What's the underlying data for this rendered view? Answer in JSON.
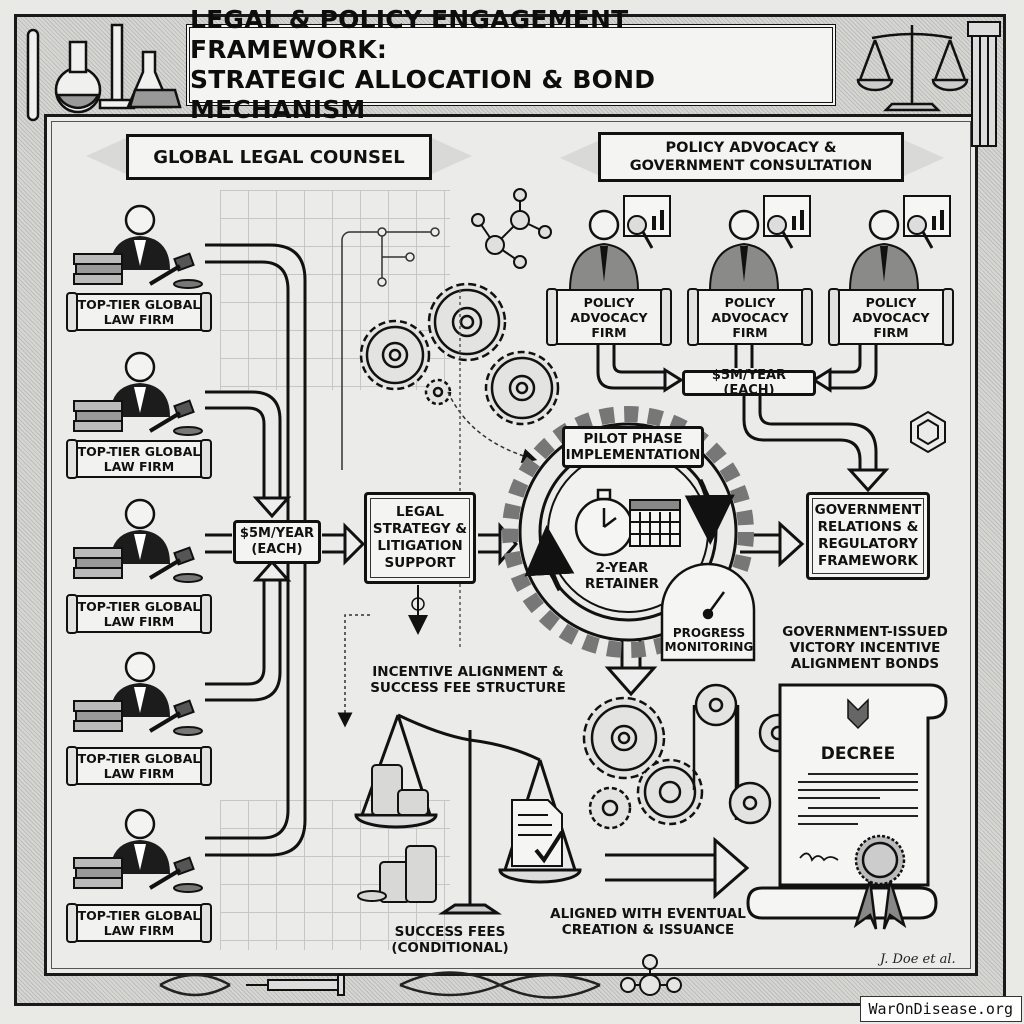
{
  "title": {
    "line1": "LEGAL & POLICY ENGAGEMENT FRAMEWORK:",
    "line2": "STRATEGIC ALLOCATION & BOND MECHANISM"
  },
  "legal_section": {
    "heading": "GLOBAL LEGAL COUNSEL",
    "firms": [
      {
        "line1": "TOP-TIER GLOBAL",
        "line2": "LAW FIRM"
      },
      {
        "line1": "TOP-TIER GLOBAL",
        "line2": "LAW FIRM"
      },
      {
        "line1": "TOP-TIER GLOBAL",
        "line2": "LAW FIRM"
      },
      {
        "line1": "TOP-TIER GLOBAL",
        "line2": "LAW FIRM"
      },
      {
        "line1": "TOP-TIER GLOBAL",
        "line2": "LAW FIRM"
      }
    ],
    "fee": {
      "line1": "$5M/YEAR",
      "line2": "(EACH)"
    },
    "outcome": {
      "line1": "LEGAL",
      "line2": "STRATEGY &",
      "line3": "LITIGATION",
      "line4": "SUPPORT"
    }
  },
  "policy_section": {
    "heading": {
      "line1": "POLICY ADVOCACY &",
      "line2": "GOVERNMENT CONSULTATION"
    },
    "firms": [
      {
        "line1": "POLICY",
        "line2": "ADVOCACY",
        "line3": "FIRM"
      },
      {
        "line1": "POLICY",
        "line2": "ADVOCACY",
        "line3": "FIRM"
      },
      {
        "line1": "POLICY",
        "line2": "ADVOCACY",
        "line3": "FIRM"
      }
    ],
    "fee": "$5M/YEAR (EACH)",
    "outcome": {
      "line1": "GOVERNMENT",
      "line2": "RELATIONS &",
      "line3": "REGULATORY",
      "line4": "FRAMEWORK"
    }
  },
  "pilot": {
    "heading": {
      "line1": "PILOT PHASE",
      "line2": "IMPLEMENTATION"
    },
    "retainer": {
      "line1": "2-YEAR",
      "line2": "RETAINER"
    },
    "monitoring": {
      "line1": "PROGRESS",
      "line2": "MONITORING"
    }
  },
  "incentive": {
    "heading": {
      "line1": "INCENTIVE ALIGNMENT &",
      "line2": "SUCCESS FEE STRUCTURE"
    },
    "fees": {
      "line1": "SUCCESS FEES",
      "line2": "(CONDITIONAL)"
    }
  },
  "bonds": {
    "heading": {
      "line1": "GOVERNMENT-ISSUED",
      "line2": "VICTORY INCENTIVE",
      "line3": "ALIGNMENT BONDS"
    },
    "decree_title": "DECREE",
    "aligned": {
      "line1": "ALIGNED WITH EVENTUAL",
      "line2": "CREATION & ISSUANCE"
    }
  },
  "signature": "J. Doe et al.",
  "watermark": "WarOnDisease.org",
  "colors": {
    "ink": "#111111",
    "paper": "#ebebea",
    "border": "#1a1a1a"
  }
}
